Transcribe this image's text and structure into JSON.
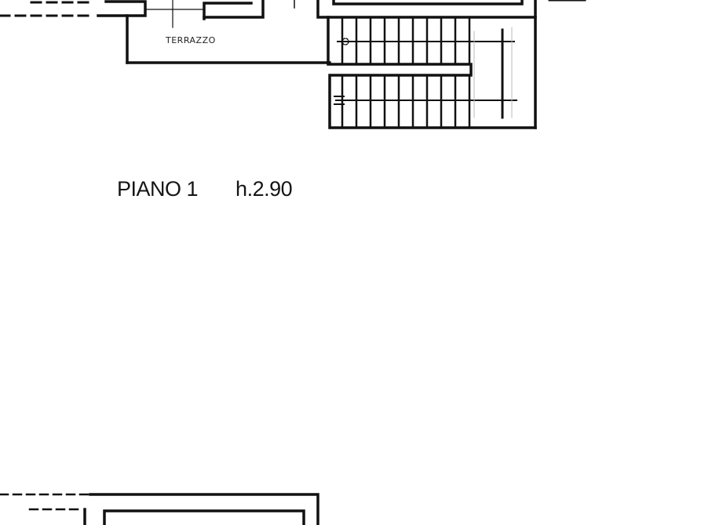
{
  "drawing": {
    "type": "architectural-floor-plan",
    "rooms": [
      {
        "label": "TERRAZZO"
      }
    ],
    "floor_label": "PIANO 1",
    "height_label": "h.2.90",
    "colors": {
      "line": "#111111",
      "background": "#ffffff"
    }
  }
}
